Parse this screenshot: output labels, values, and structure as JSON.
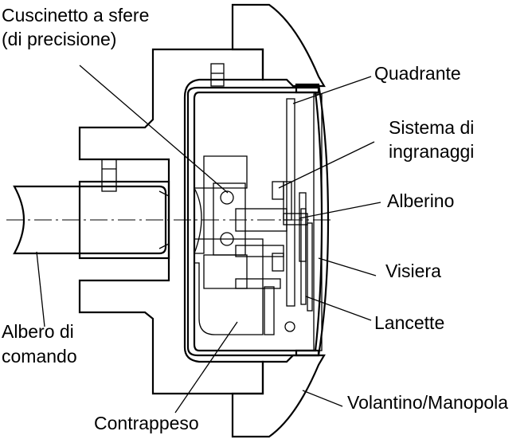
{
  "diagram": {
    "labels": {
      "ball_bearing_line1": "Cuscinetto a sfere",
      "ball_bearing_line2": "(di precisione)",
      "dial": "Quadrante",
      "gear_system_line1": "Sistema di",
      "gear_system_line2": "ingranaggi",
      "spindle": "Alberino",
      "visor": "Visiera",
      "hands": "Lancette",
      "drive_shaft_line1": "Albero di",
      "drive_shaft_line2": "comando",
      "handwheel": "Volantino/Manopola",
      "counterweight": "Contrappeso"
    }
  }
}
